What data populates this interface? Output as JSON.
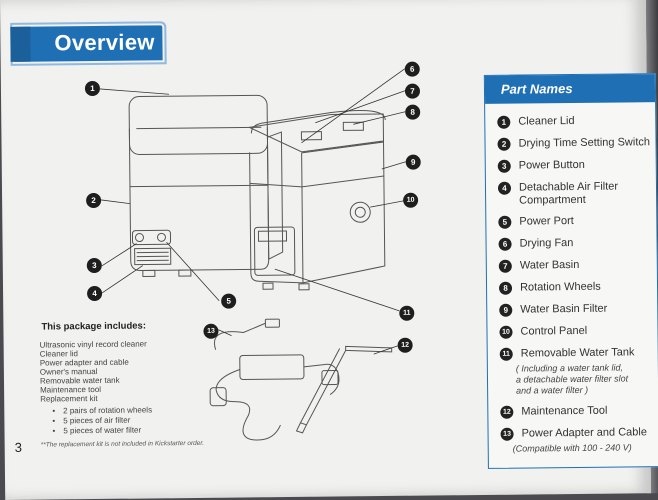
{
  "page": {
    "title": "Overview",
    "number": "3"
  },
  "part_names": {
    "header": "Part Names",
    "items": [
      {
        "num": "1",
        "label": "Cleaner Lid"
      },
      {
        "num": "2",
        "label": "Drying Time Setting Switch"
      },
      {
        "num": "3",
        "label": "Power Button"
      },
      {
        "num": "4",
        "label": "Detachable Air Filter",
        "label2": "Compartment"
      },
      {
        "num": "5",
        "label": "Power Port"
      },
      {
        "num": "6",
        "label": "Drying Fan"
      },
      {
        "num": "7",
        "label": "Water Basin"
      },
      {
        "num": "8",
        "label": "Rotation Wheels"
      },
      {
        "num": "9",
        "label": "Water Basin Filter"
      },
      {
        "num": "10",
        "label": "Control Panel"
      },
      {
        "num": "11",
        "label": "Removable Water Tank",
        "note1": "( Including a water tank lid,",
        "note2": "a detachable water filter slot",
        "note3": "and a water filter )"
      },
      {
        "num": "12",
        "label": "Maintenance Tool"
      },
      {
        "num": "13",
        "label": "Power Adapter and Cable",
        "note1": "(Compatible with 100 - 240 V)"
      }
    ]
  },
  "package": {
    "title": "This package includes:",
    "lines": [
      "Ultrasonic vinyl record cleaner",
      "Cleaner lid",
      "Power adapter and cable",
      "Owner's manual",
      "Removable water tank",
      "Maintenance tool",
      "Replacement kit"
    ],
    "bullets": [
      "2 pairs of rotation wheels",
      "5 pieces of air filter",
      "5 pieces of water filter"
    ],
    "footnote": "**The replacement kit is not included in Kickstarter order."
  },
  "callouts": [
    "1",
    "2",
    "3",
    "4",
    "5",
    "6",
    "7",
    "8",
    "9",
    "10",
    "11",
    "12",
    "13"
  ],
  "colors": {
    "accent": "#1f6fb5",
    "page": "#f1f1ef",
    "text": "#333333"
  }
}
